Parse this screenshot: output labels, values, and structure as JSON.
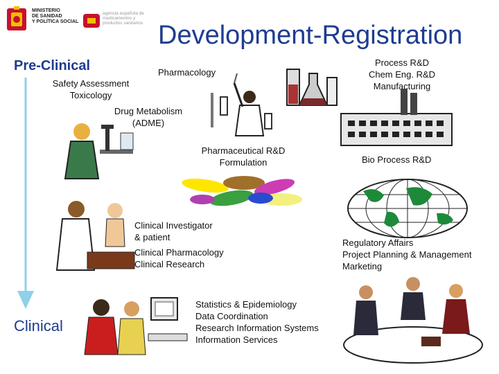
{
  "logos": {
    "ministry": [
      "MINISTERIO",
      "DE SANIDAD",
      "Y POLÍTICA SOCIAL"
    ],
    "agency": [
      "agencia española de",
      "medicamentos y",
      "productos sanitarios"
    ]
  },
  "title": "Development-Registration",
  "stages": {
    "start": "Pre-Clinical",
    "end": "Clinical"
  },
  "labels": {
    "pharmacology": "Pharmacology",
    "safety": [
      "Safety Assessment",
      "Toxicology"
    ],
    "adme": [
      "Drug Metabolism",
      "(ADME)"
    ],
    "process": [
      "Process R&D",
      "Chem Eng. R&D",
      "Manufacturing"
    ],
    "formulation": [
      "Pharmaceutical R&D",
      "Formulation"
    ],
    "bioprocess": "Bio Process R&D",
    "investigator": [
      "Clinical Investigator",
      "& patient"
    ],
    "clinical_pharm": [
      "Clinical Pharmacology",
      "Clinical Research"
    ],
    "regulatory": [
      "Regulatory Affairs",
      "Project Planning & Management",
      "Marketing"
    ],
    "statistics": [
      "Statistics & Epidemiology",
      "Data Coordination",
      "Research Information Systems",
      "Information Services"
    ]
  },
  "colors": {
    "title": "#1f3c8f",
    "arrow": "#8fd0ea",
    "spain_red": "#c8102e",
    "spain_yellow": "#f1bf00"
  }
}
